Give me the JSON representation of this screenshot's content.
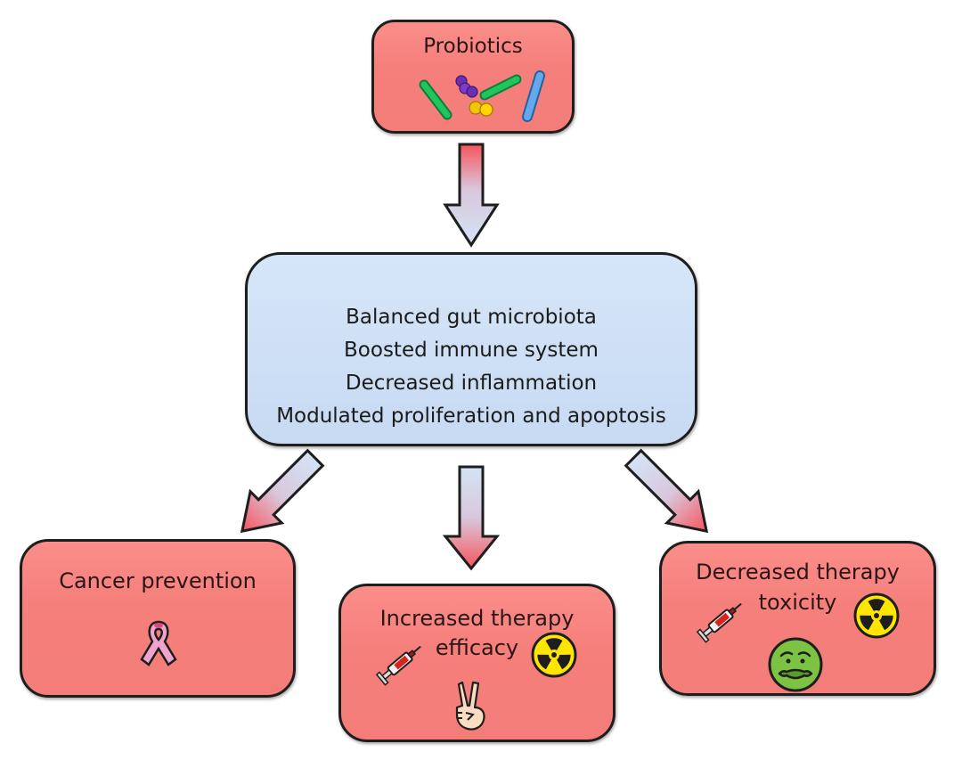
{
  "diagram": {
    "top": {
      "title": "Probiotics",
      "icon": "bacteria-icon"
    },
    "center": {
      "lines": [
        "Balanced gut microbiota",
        "Boosted immune system",
        "Decreased inflammation",
        "Modulated proliferation and apoptosis"
      ]
    },
    "outcomes": [
      {
        "title": "Cancer prevention",
        "icons": [
          "awareness-ribbon-icon"
        ]
      },
      {
        "title_line1": "Increased therapy",
        "title_line2": "efficacy",
        "icons": [
          "syringe-icon",
          "radiation-icon",
          "victory-hand-icon"
        ]
      },
      {
        "title_line1": "Decreased therapy",
        "title_line2": "toxicity",
        "icons": [
          "syringe-icon",
          "radiation-icon",
          "nauseated-face-icon"
        ]
      }
    ],
    "colors": {
      "outcome_fill": "#f47f7b",
      "center_fill": "#cfe0f5",
      "border": "#1e1e1e",
      "arrow_red": "#f2626a",
      "arrow_blue": "#cddcf0"
    }
  }
}
